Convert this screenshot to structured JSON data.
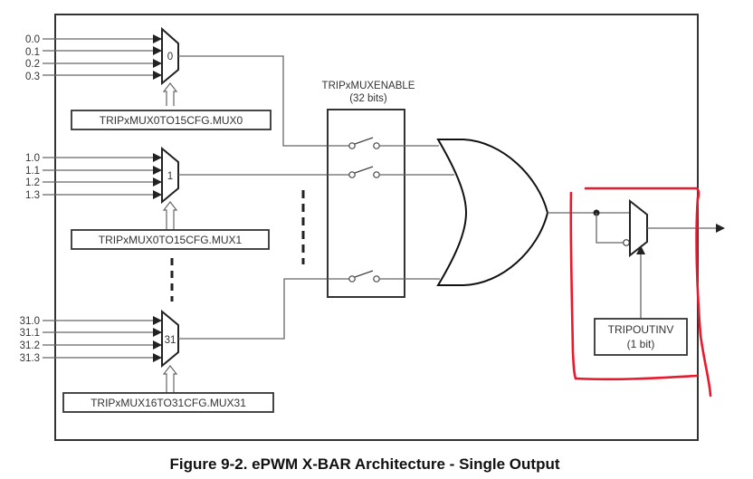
{
  "diagram": {
    "mux_groups": [
      {
        "id": "0",
        "label": "0",
        "inputs": [
          "0.0",
          "0.1",
          "0.2",
          "0.3"
        ],
        "config_register": "TRIPxMUX0TO15CFG.MUX0"
      },
      {
        "id": "1",
        "label": "1",
        "inputs": [
          "1.0",
          "1.1",
          "1.2",
          "1.3"
        ],
        "config_register": "TRIPxMUX0TO15CFG.MUX1"
      },
      {
        "id": "31",
        "label": "31",
        "inputs": [
          "31.0",
          "31.1",
          "31.2",
          "31.3"
        ],
        "config_register": "TRIPxMUX16TO31CFG.MUX31"
      }
    ],
    "enable_block": {
      "title": "TRIPxMUXENABLE",
      "subtitle": "(32 bits)"
    },
    "or_gate": {
      "type": "OR"
    },
    "output_inverter": {
      "register": "TRIPOUTINV",
      "subtitle": "(1 bit)"
    },
    "annotation": {
      "color": "#e8192c",
      "description": "hand-drawn red box around output inversion stage"
    }
  },
  "caption": "Figure 9-2. ePWM X-BAR Architecture - Single Output"
}
